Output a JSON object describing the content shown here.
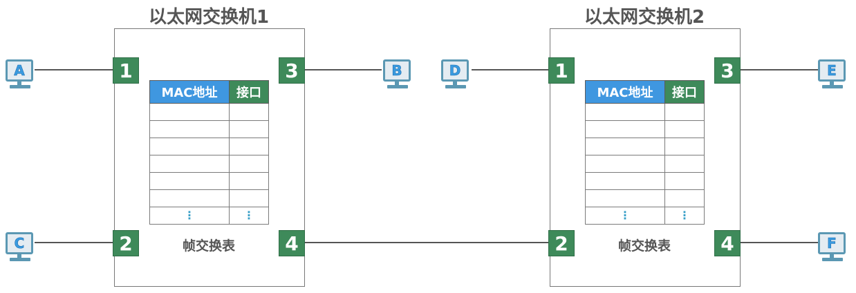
{
  "switches": [
    {
      "title": "以太网交换机1",
      "ports": [
        "1",
        "2",
        "3",
        "4"
      ],
      "table": {
        "col_mac": "MAC地址",
        "col_port": "接口",
        "ellipsis": "⋮"
      },
      "caption": "帧交换表"
    },
    {
      "title": "以太网交换机2",
      "ports": [
        "1",
        "2",
        "3",
        "4"
      ],
      "table": {
        "col_mac": "MAC地址",
        "col_port": "接口",
        "ellipsis": "⋮"
      },
      "caption": "帧交换表"
    }
  ],
  "hosts": [
    "A",
    "B",
    "C",
    "D",
    "E",
    "F"
  ],
  "colors": {
    "port": "#3e8a5a",
    "mac_header": "#3f97e0",
    "host_frame": "#5b98b3",
    "host_letter": "#3a9be0",
    "wire": "#555555"
  }
}
